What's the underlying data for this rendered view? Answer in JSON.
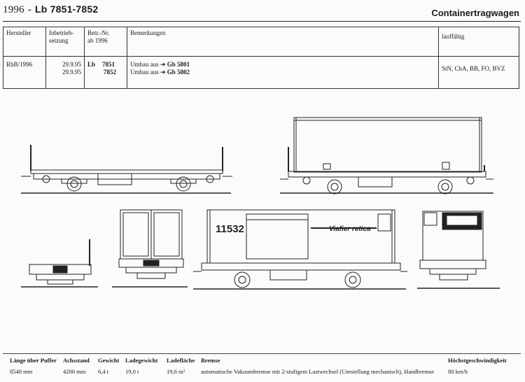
{
  "header": {
    "year": "1996",
    "separator": "-",
    "model": "Lb 7851-7852",
    "category": "Containertragwagen"
  },
  "table": {
    "headers": {
      "hersteller": "Hersteller",
      "inbetrieb_1": "Inbetrieb-",
      "inbetrieb_2": "setzung",
      "betr_1": "Betr.-Nr.",
      "betr_2": "ab 1996",
      "bemerkungen": "Bemerkungen",
      "lauffaehig": "lauffähig"
    },
    "row": {
      "hersteller": "RhB/1996",
      "date1": "29.9.95",
      "date2": "29.9.95",
      "class": "Lb",
      "nr1": "7851",
      "nr2": "7852",
      "rem1_pre": "Umbau aus",
      "rem1_tgt": "Gb 5801",
      "rem2_pre": "Umbau aus",
      "rem2_tgt": "Gb 5802",
      "lauffaehig": "StN, ChA, BB, FO, BVZ"
    }
  },
  "drawing": {
    "container_number": "11532",
    "container_brand": "Viafier retica"
  },
  "specs": {
    "labels": {
      "laenge": "Länge über Puffer",
      "achsstand": "Achsstand",
      "gewicht": "Gewicht",
      "ladegewicht": "Ladegewicht",
      "ladeflaeche": "Ladefläche",
      "bremse": "Bremse",
      "hoechst": "Höchstgeschwindigkeit"
    },
    "values": {
      "laenge": "8540 mm",
      "achsstand": "4200 mm",
      "gewicht": "6,4 t",
      "ladegewicht": "19,0 t",
      "ladeflaeche": "19,6 m²",
      "bremse": "automatische Vakuumbremse mit 2-stufigem Lastwechsel (Umstellung mechanisch), Handbremse",
      "hoechst": "80 km/h"
    }
  }
}
